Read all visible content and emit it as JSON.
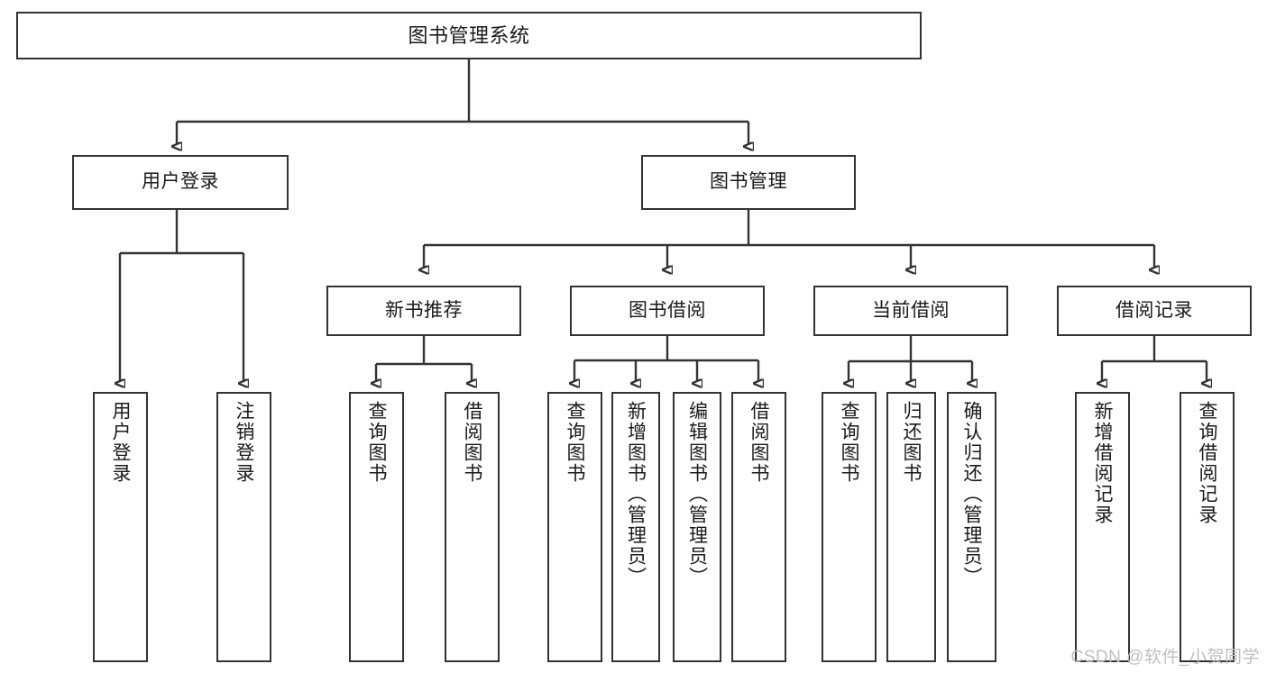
{
  "diagram": {
    "title": "图书管理系统",
    "type": "hierarchy-tree",
    "colors": {
      "background": "#ffffff",
      "border": "#333333",
      "text": "#1a1a1a",
      "watermark": "#bfbfbf"
    },
    "nodes": {
      "root": {
        "label": "图书管理系统"
      },
      "level2": [
        {
          "label": "用户登录"
        },
        {
          "label": "图书管理"
        }
      ],
      "level3": [
        {
          "label": "新书推荐"
        },
        {
          "label": "图书借阅"
        },
        {
          "label": "当前借阅"
        },
        {
          "label": "借阅记录"
        }
      ],
      "leaves": [
        {
          "label": "用户登录"
        },
        {
          "label": "注销登录"
        },
        {
          "label": "查询图书"
        },
        {
          "label": "借阅图书"
        },
        {
          "label": "查询图书"
        },
        {
          "label": "新增图书（管理员）"
        },
        {
          "label": "编辑图书（管理员）"
        },
        {
          "label": "借阅图书"
        },
        {
          "label": "查询图书"
        },
        {
          "label": "归还图书"
        },
        {
          "label": "确认归还（管理员）"
        },
        {
          "label": "新增借阅记录"
        },
        {
          "label": "查询借阅记录"
        }
      ]
    },
    "watermark": "CSDN @软件_小贺同学"
  }
}
